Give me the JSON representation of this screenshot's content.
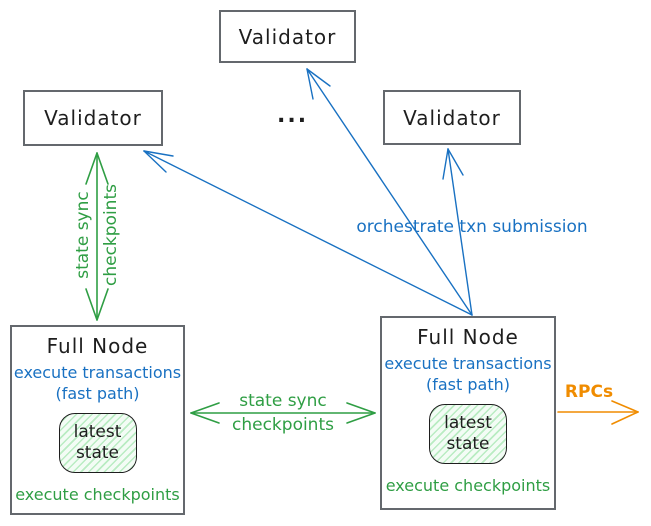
{
  "diagram": {
    "title": "full node / validator state sync architecture",
    "colors": {
      "box_border": "#64686d",
      "text_black": "#1e1e1e",
      "blue": "#1971c2",
      "green": "#2f9e44",
      "orange": "#f08c00",
      "state_hatch_fill": "#b9ecc2"
    },
    "validators": {
      "top": {
        "label": "Validator"
      },
      "left": {
        "label": "Validator"
      },
      "right": {
        "label": "Validator"
      },
      "ellipsis": "..."
    },
    "full_node_left": {
      "title": "Full Node",
      "blue_text": "execute transactions\n(fast path)",
      "state_line1": "latest",
      "state_line2": "state",
      "green_text": "execute checkpoints"
    },
    "full_node_right": {
      "title": "Full Node",
      "blue_text": "execute transactions\n(fast path)",
      "state_line1": "latest",
      "state_line2": "state",
      "green_text": "execute checkpoints"
    },
    "edges": {
      "state_sync_vertical": {
        "line1": "state sync",
        "line2": "checkpoints",
        "style": "green double-headed arrow"
      },
      "state_sync_horizontal": {
        "line1": "state sync",
        "line2": "checkpoints",
        "style": "green double-headed arrow"
      },
      "orchestrate": {
        "label": "orchestrate txn submission",
        "style": "blue arrows to validators"
      },
      "rpcs": {
        "label": "RPCs",
        "style": "orange arrow out"
      }
    }
  }
}
